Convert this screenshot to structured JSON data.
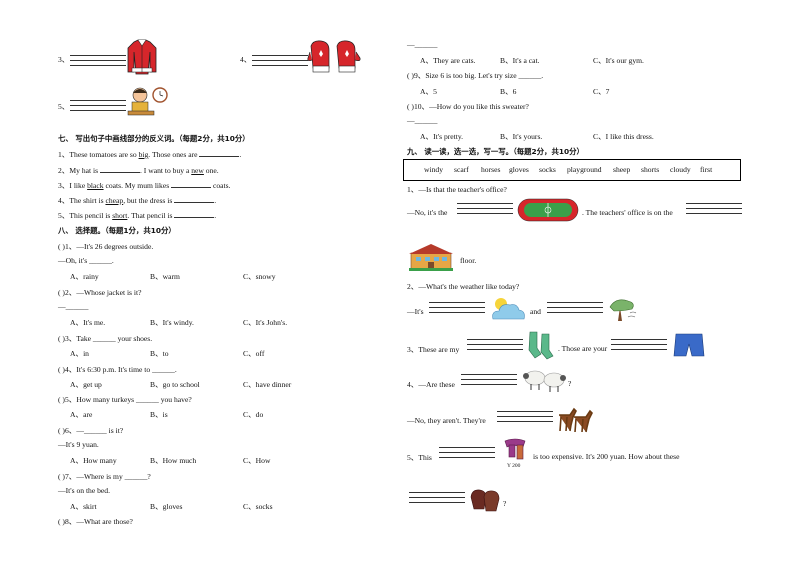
{
  "left": {
    "q3_num": "3、",
    "q4_num": "4、",
    "q5_num": "5、",
    "sec7_title": "七、 写出句子中画线部分的反义词。（每题2分，共10分）",
    "sec7": [
      {
        "pre": "1、These tomatoes are so ",
        "ul": "big",
        "post": ". Those ones are ",
        "end": "."
      },
      {
        "pre": "2、My hat is ",
        "mid": ". I want to buy a ",
        "ul": "new",
        "post": " one."
      },
      {
        "pre": "3、I like ",
        "ul": "black",
        "post": " coats. My mum likes ",
        "end": " coats."
      },
      {
        "pre": "4、The shirt is ",
        "ul": "cheap",
        "post": ", but the dress is ",
        "end": "."
      },
      {
        "pre": "5、This pencil is ",
        "ul": "short",
        "post": ". That pencil is ",
        "end": "."
      }
    ],
    "sec8_title": "八、 选择题。（每题1分，共10分）",
    "q1": {
      "q": "(        )1、—It's 26 degrees outside.",
      "q2": "—Oh, it's ______.",
      "a": "A、rainy",
      "b": "B、warm",
      "c": "C、snowy"
    },
    "q2": {
      "q": "(        )2、—Whose jacket is it?",
      "q2": "—______",
      "a": "A、It's me.",
      "b": "B、It's windy.",
      "c": "C、It's John's."
    },
    "q3": {
      "q": "(        )3、Take ______ your shoes.",
      "a": "A、in",
      "b": "B、to",
      "c": "C、off"
    },
    "q4": {
      "q": "(        )4、It's 6:30 p.m. It's time to ______.",
      "a": "A、get up",
      "b": "B、go to school",
      "c": "C、have dinner"
    },
    "q5": {
      "q": "(        )5、How many turkeys ______ you have?",
      "a": "A、are",
      "b": "B、is",
      "c": "C、do"
    },
    "q6": {
      "q": "(        )6、—______ is it?",
      "q2": "—It's 9 yuan.",
      "a": "A、How many",
      "b": "B、How much",
      "c": "C、How"
    },
    "q7": {
      "q": "(        )7、—Where is my ______?",
      "q2": "—It's on the bed.",
      "a": "A、skirt",
      "b": "B、gloves",
      "c": "C、socks"
    },
    "q8": {
      "q": "(        )8、—What are those?"
    }
  },
  "right": {
    "dash": "—______",
    "q8opts": {
      "a": "A、They are cats.",
      "b": "B、It's a cat.",
      "c": "C、It's our gym."
    },
    "q9": {
      "q": "(        )9、Size 6 is too big. Let's try size ______.",
      "a": "A、5",
      "b": "B、6",
      "c": "C、7"
    },
    "q10": {
      "q": "(        )10、—How do you like this sweater?",
      "q2": "—______",
      "a": "A、It's pretty.",
      "b": "B、It's yours.",
      "c": "C、I like this dress."
    },
    "sec9_title": "九、 读一读，选一选，写一写。（每题2分，共10分）",
    "words": [
      "windy",
      "scarf",
      "horses",
      "gloves",
      "socks",
      "playground",
      "sheep",
      "shorts",
      "cloudy",
      "first"
    ],
    "r1a": "1、—Is that the teacher's office?",
    "r1b": "—No, it's the",
    "r1c": ". The teachers' office is on the",
    "r1d": "floor.",
    "r2a": "2、—What's the weather like today?",
    "r2b": "—It's",
    "r2c": "and",
    "r3a": "3、These are my",
    "r3b": ". Those are your",
    "r4a": "4、—Are these",
    "r4b": "?",
    "r4c": "—No, they aren't. They're",
    "r5a": "5、This",
    "r5b": "is too expensive. It's 200 yuan. How about these",
    "price": "Y 200",
    "r5q": "?"
  },
  "colors": {
    "red": "#d6262b",
    "green": "#3aa04a",
    "blue": "#6bb7e3",
    "brown": "#7a4a2a"
  }
}
